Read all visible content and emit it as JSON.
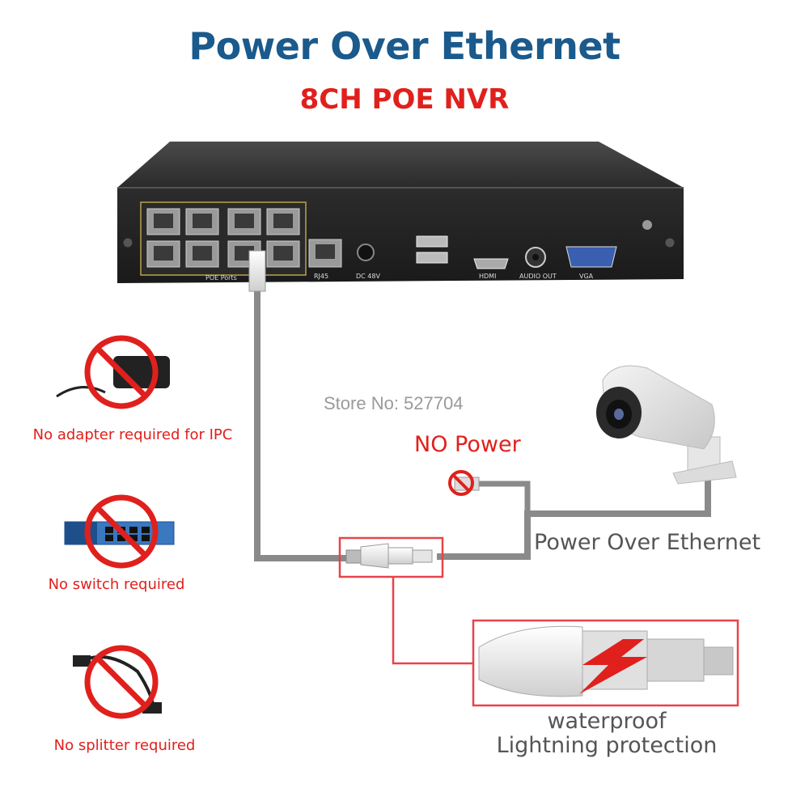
{
  "header": {
    "title": "Power Over Ethernet",
    "subtitle": "8CH POE NVR"
  },
  "nvr": {
    "poe_ports_label": "POE Ports",
    "rj45_label": "RJ45",
    "dc_label": "DC 48V",
    "hdmi_label": "HDMI",
    "audio_label": "AUDIO OUT",
    "vga_label": "VGA"
  },
  "watermark": "Store No: 527704",
  "no_power_label": "NO Power",
  "poe_cable_label": "Power Over Ethernet",
  "protection": {
    "line1": "waterproof",
    "line2": "Lightning protection"
  },
  "not_required": [
    {
      "label": "No adapter required for IPC",
      "icon": "power-adapter-icon"
    },
    {
      "label": "No switch required",
      "icon": "network-switch-icon"
    },
    {
      "label": "No splitter required",
      "icon": "poe-splitter-icon"
    }
  ],
  "colors": {
    "title": "#1a5a8c",
    "accent_red": "#e0201c",
    "cable_gray": "#8a8a8a",
    "highlight_box": "#e8434a"
  }
}
